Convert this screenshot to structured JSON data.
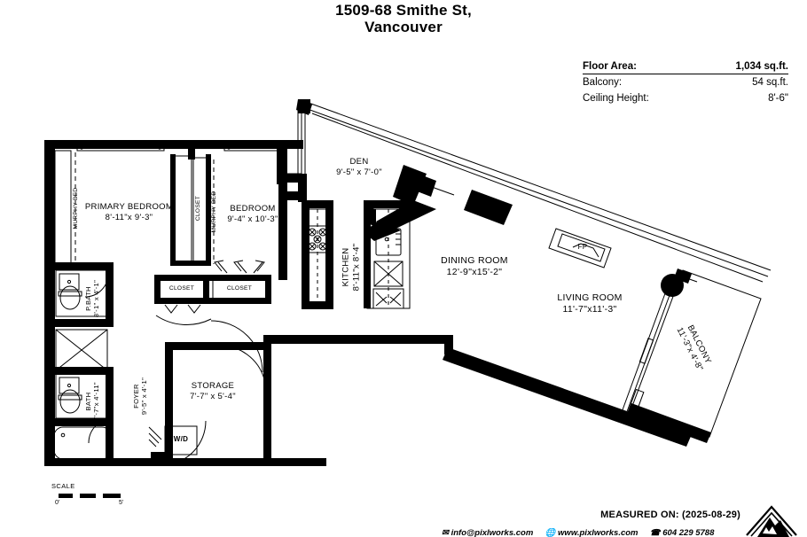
{
  "title": {
    "line1": "1509-68 Smithe St,",
    "line2": "Vancouver"
  },
  "info": {
    "floor_area_label": "Floor Area:",
    "floor_area_value": "1,034 sq.ft.",
    "balcony_label": "Balcony:",
    "balcony_value": "54 sq.ft.",
    "ceiling_label": "Ceiling Height:",
    "ceiling_value": "8'-6\""
  },
  "rooms": {
    "primary_bedroom": {
      "name": "PRIMARY BEDROOM",
      "dims": "8'-11\"x  9'-3\""
    },
    "bedroom": {
      "name": "BEDROOM",
      "dims": "9'-4\" x 10'-3\""
    },
    "den": {
      "name": "DEN",
      "dims": "9'-5\" x 7'-0\""
    },
    "kitchen": {
      "name": "KITCHEN",
      "dims": "8'-11\"x  8'-4\""
    },
    "dining_room": {
      "name": "DINING ROOM",
      "dims": "12'-9\"x15'-2\""
    },
    "living_room": {
      "name": "LIVING ROOM",
      "dims": "11'-7\"x11'-3\""
    },
    "balcony": {
      "name": "BALCONY",
      "dims": "11'-3\"x 4'-8\""
    },
    "storage": {
      "name": "STORAGE",
      "dims": "7'-7\" x 5'-4\""
    },
    "foyer": {
      "name": "FOYER",
      "dims": "9'-5\" x 4'-1\""
    },
    "primary_bath": {
      "name": "P.BATH",
      "dims": "8'-1\" x 4'-1\""
    },
    "bath": {
      "name": "BATH",
      "dims": "7'-7\"x 4'-11\""
    }
  },
  "features": {
    "murphy_bed_1": "MURPHY BED",
    "murphy_bed_2": "MURPHY BED",
    "closet_primary": "CLOSET",
    "closet_hall_1": "CLOSET",
    "closet_hall_2": "CLOSET",
    "washer_dryer": "W/D",
    "fireplace": "FP"
  },
  "scale": {
    "label": "SCALE",
    "start": "0'",
    "end": "5'"
  },
  "footer": {
    "measured_on": "MEASURED ON: (2025-08-29)",
    "email": "info@pixlworks.com",
    "website": "www.pixlworks.com",
    "phone": "604 229 5788"
  }
}
